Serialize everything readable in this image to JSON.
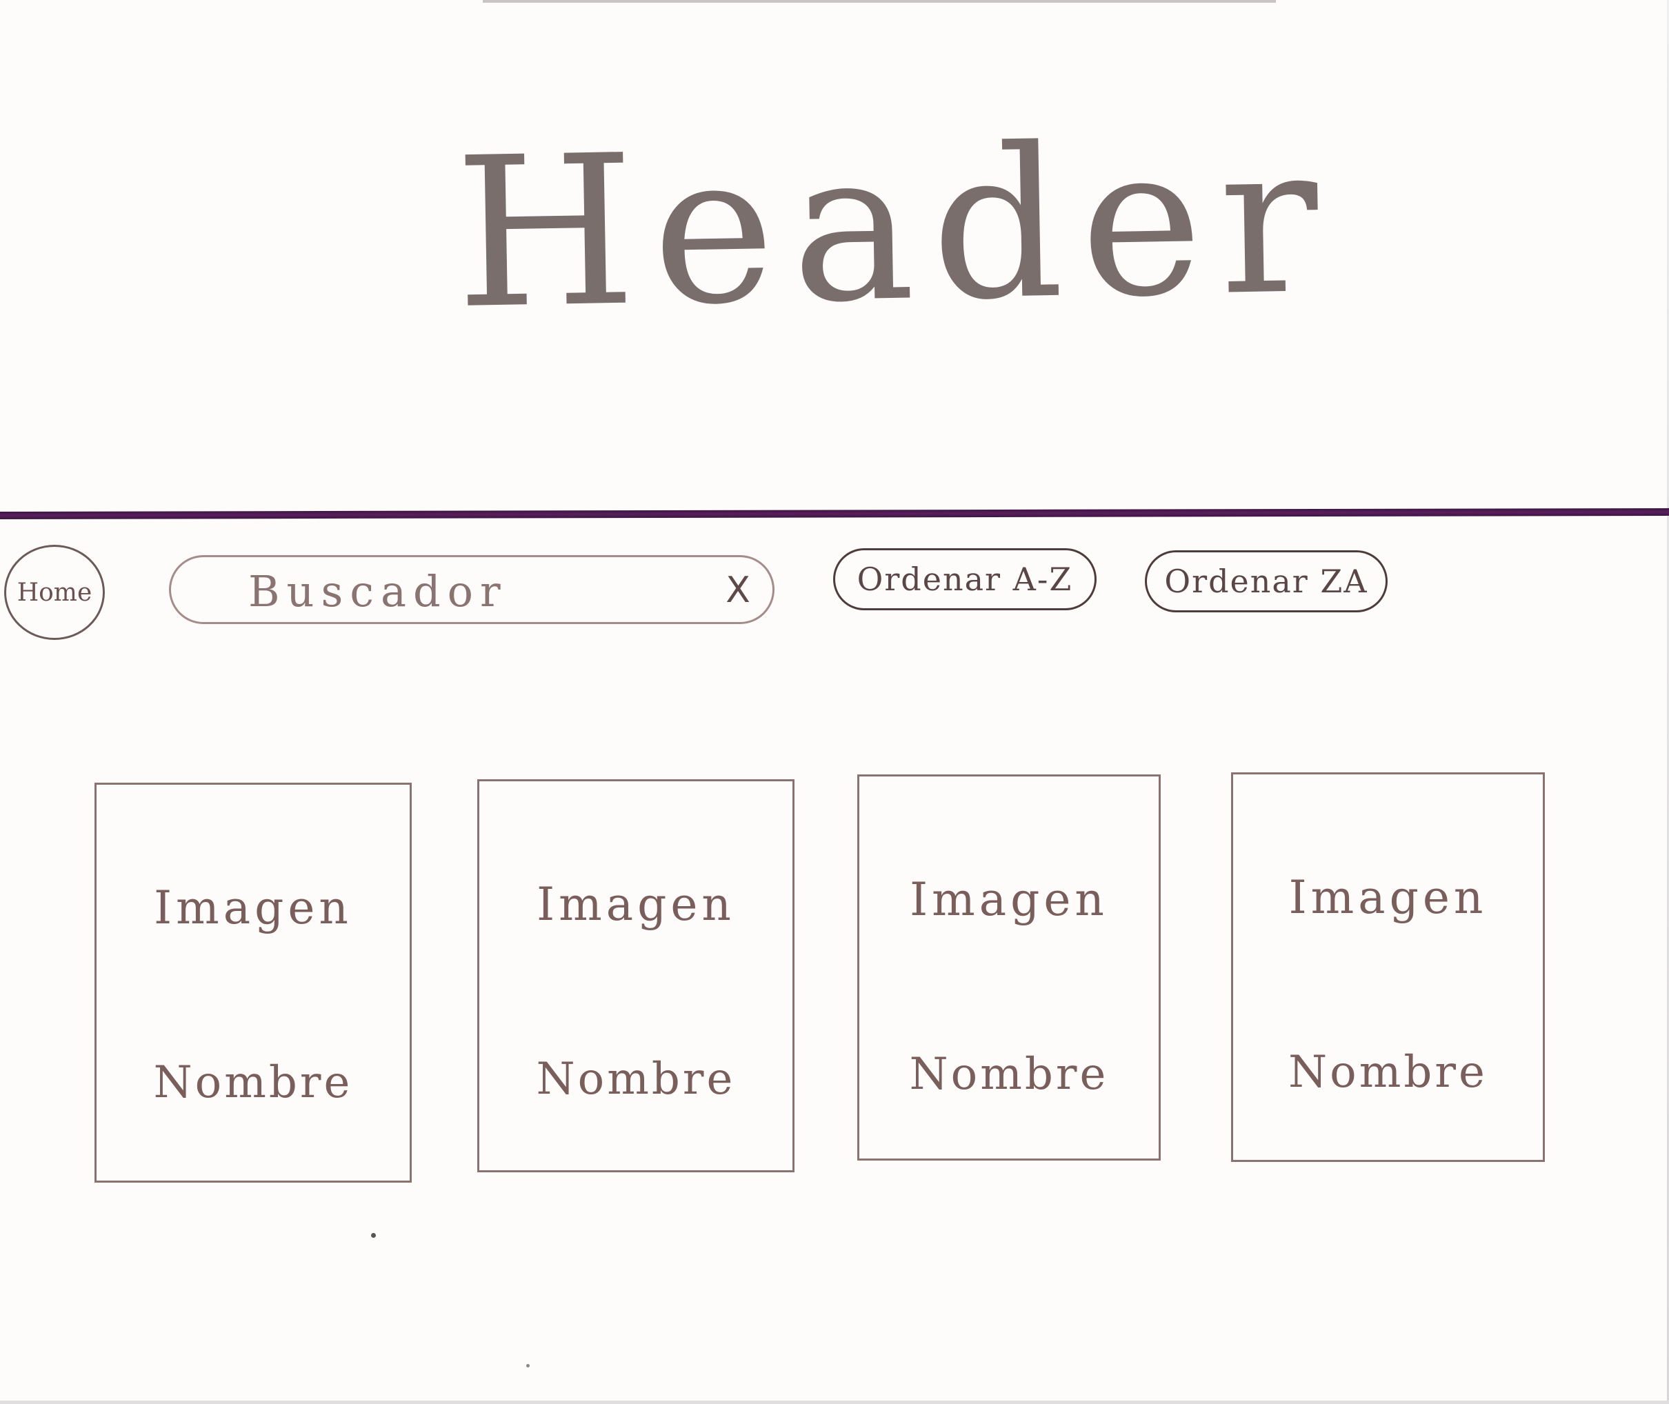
{
  "header": {
    "title": "Header"
  },
  "toolbar": {
    "home_label": "Home",
    "search": {
      "placeholder": "Buscador",
      "value": "",
      "clear_label": "X"
    },
    "sort_az_label": "Ordenar A-Z",
    "sort_za_label": "Ordenar ZA"
  },
  "cards": [
    {
      "image_label": "Imagen",
      "name_label": "Nombre"
    },
    {
      "image_label": "Imagen",
      "name_label": "Nombre"
    },
    {
      "image_label": "Imagen",
      "name_label": "Nombre"
    },
    {
      "image_label": "Imagen",
      "name_label": "Nombre"
    }
  ],
  "colors": {
    "divider": "#4a1a4e",
    "ink": "#6a5a58"
  }
}
